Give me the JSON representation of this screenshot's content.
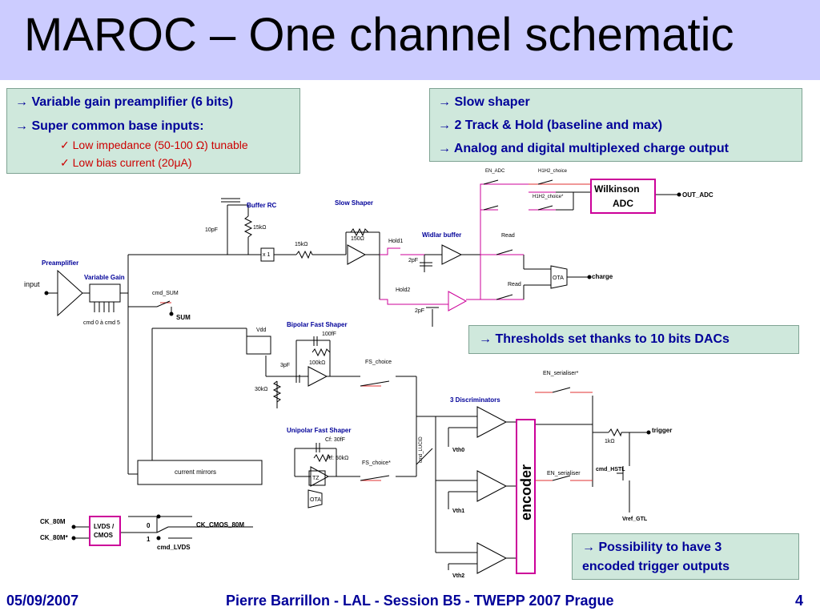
{
  "slide": {
    "title": "MAROC – One channel schematic",
    "box_left": {
      "line1": "→ Variable gain preamplifier (6 bits)",
      "line2": "→ Super common base inputs:",
      "sub1": "✓ Low impedance (50-100 Ω) tunable",
      "sub2": "✓ Low bias current (20μA)"
    },
    "box_right": {
      "line1": "→ Slow shaper",
      "line2": "→ 2 Track & Hold (baseline and max)",
      "line3": "→ Analog and digital multiplexed charge output"
    },
    "box_thresholds": "→ Thresholds set thanks to 10 bits DACs",
    "box_trigger": {
      "line1": "→ Possibility to have 3",
      "line2": "encoded trigger outputs"
    },
    "footer": {
      "date": "05/09/2007",
      "center": "Pierre Barrillon - LAL - Session B5 - TWEPP 2007 Prague",
      "page": "4"
    }
  },
  "schematic": {
    "input": "input",
    "preamplifier": "Preamplifier",
    "variable_gain": "Variable Gain",
    "cmd_gain": "cmd 0 à cmd 5",
    "cmd_sum": "cmd_SUM",
    "sum": "SUM",
    "buffer_rc": "Buffer RC",
    "cap_10pf": "10pF",
    "res_15k_a": "15kΩ",
    "x1": "x 1",
    "res_15k_b": "15kΩ",
    "slow_shaper": "Slow Shaper",
    "res_150": "150Ω",
    "hold1": "Hold1",
    "cap_2pf_a": "2pF",
    "widlar": "Widlar buffer",
    "hold2": "Hold2",
    "cap_2pf_b": "2pF",
    "en_adc": "EN_ADC",
    "h1h2": "H1H2_choice",
    "h1h2n": "H1H2_choice*",
    "wilkinson_1": "Wilkinson",
    "wilkinson_2": "ADC",
    "out_adc": "OUT_ADC",
    "read1": "Read",
    "read2": "Read",
    "ota1": "OTA",
    "charge": "charge",
    "bipolar": "Bipolar Fast Shaper",
    "vdd": "Vdd",
    "cap_100ff": "100fF",
    "res_100k": "100kΩ",
    "cap_3pf": "3pF",
    "res_30k": "30kΩ",
    "fs_choice": "FS_choice",
    "unipolar": "Unipolar Fast Shaper",
    "cf": "Cf: 30fF",
    "rf": "Rf: 50kΩ",
    "tz": "TZ",
    "ota2": "OTA",
    "fs_choice_n": "FS_choice*",
    "cmd_lucid": "cmd_LUCID",
    "current_mirrors": "current mirrors",
    "three_disc": "3 Discriminators",
    "vth0": "Vth0",
    "vth1": "Vth1",
    "vth2": "Vth2",
    "encoder": "encoder",
    "en_ser_n": "EN_serialiser*",
    "en_ser": "EN_serialiser",
    "res_1k": "1kΩ",
    "trigger": "trigger",
    "cmd_hstl": "cmd_HSTL",
    "vref_gtl": "Vref_GTL",
    "ck_80m": "CK_80M",
    "ck_80m_n": "CK_80M*",
    "lvds_1": "LVDS /",
    "lvds_2": "CMOS",
    "zero": "0",
    "one": "1",
    "ck_cmos": "CK_CMOS_80M",
    "cmd_lvds": "cmd_LVDS"
  }
}
